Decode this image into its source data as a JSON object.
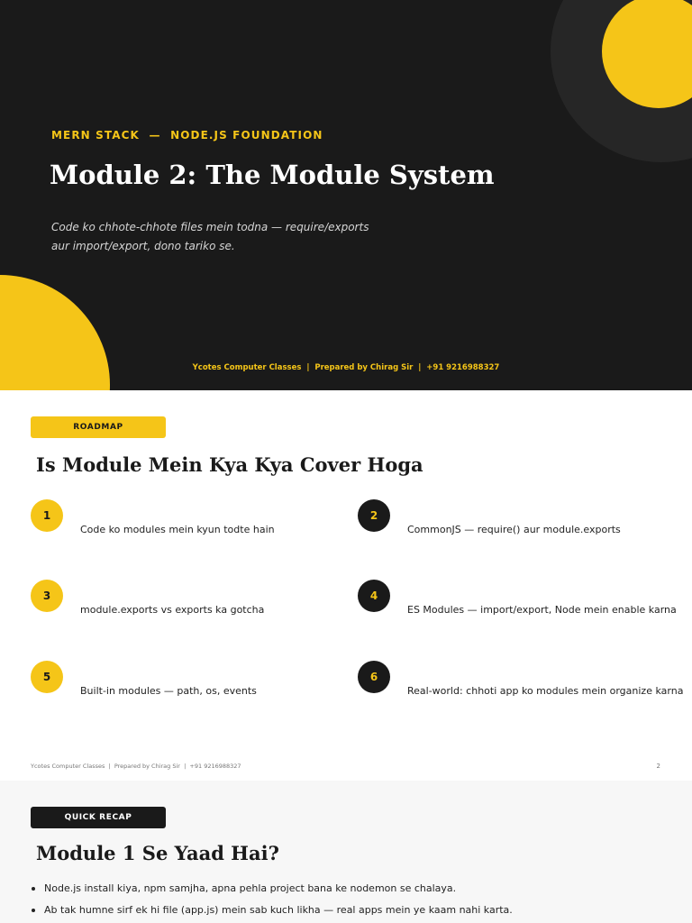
{
  "hero": {
    "eyebrow": "MERN STACK  —  NODE.JS FOUNDATION",
    "title": "Module 2: The Module System",
    "subtitle_line1": "Code ko chhote-chhote files mein todna — require/exports",
    "subtitle_line2": "aur import/export, dono tariko se.",
    "footer": "Ycotes Computer Classes  |  Prepared by Chirag Sir  |  +91 9216988327",
    "colors": {
      "background": "#1a1a1a",
      "accent": "#f5c518"
    }
  },
  "roadmap": {
    "tag": "ROADMAP",
    "title": "Is Module Mein Kya Kya Cover Hoga",
    "items": [
      {
        "num": "1",
        "text": "Code ko modules mein kyun todte hain"
      },
      {
        "num": "2",
        "text": "CommonJS — require() aur module.exports"
      },
      {
        "num": "3",
        "text": "module.exports vs exports ka gotcha"
      },
      {
        "num": "4",
        "text": "ES Modules — import/export, Node mein enable karna"
      },
      {
        "num": "5",
        "text": "Built-in modules — path, os, events"
      },
      {
        "num": "6",
        "text": "Real-world: chhoti app ko modules mein organize karna"
      }
    ],
    "footer": "Ycotes Computer Classes  |  Prepared by Chirag Sir  |  +91 9216988327",
    "page_number": "2"
  },
  "recap": {
    "tag": "QUICK RECAP",
    "title": "Module 1 Se Yaad Hai?",
    "bullets": [
      "Node.js install kiya, npm samjha, apna pehla project bana ke nodemon se chalaya.",
      "Ab tak humne sirf ek hi file (app.js) mein sab kuch likha — real apps mein ye kaam nahi karta."
    ]
  }
}
